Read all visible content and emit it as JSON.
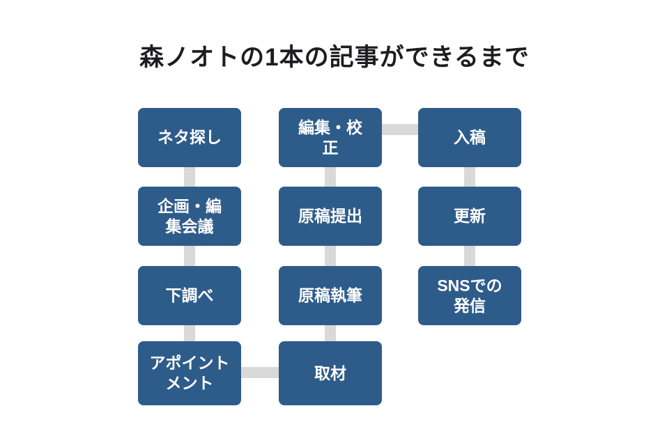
{
  "title": "森ノオトの1本の記事ができるまで",
  "colors": {
    "box_fill": "#2e5c8a",
    "box_text": "#ffffff",
    "connector": "#d9d9d9",
    "background": "#ffffff",
    "title_text": "#1d1d1f"
  },
  "nodes": [
    {
      "label": "ネタ探し"
    },
    {
      "label": "企画・編\n集会議"
    },
    {
      "label": "下調べ"
    },
    {
      "label": "アポイント\nメント"
    },
    {
      "label": "取材"
    },
    {
      "label": "原稿執筆"
    },
    {
      "label": "原稿提出"
    },
    {
      "label": "編集・校\n正"
    },
    {
      "label": "入稿"
    },
    {
      "label": "更新"
    },
    {
      "label": "SNSでの\n発信"
    }
  ],
  "flow_order": [
    "ネタ探し",
    "企画・編集会議",
    "下調べ",
    "アポイントメント",
    "取材",
    "原稿執筆",
    "原稿提出",
    "編集・校正",
    "入稿",
    "更新",
    "SNSでの発信"
  ]
}
